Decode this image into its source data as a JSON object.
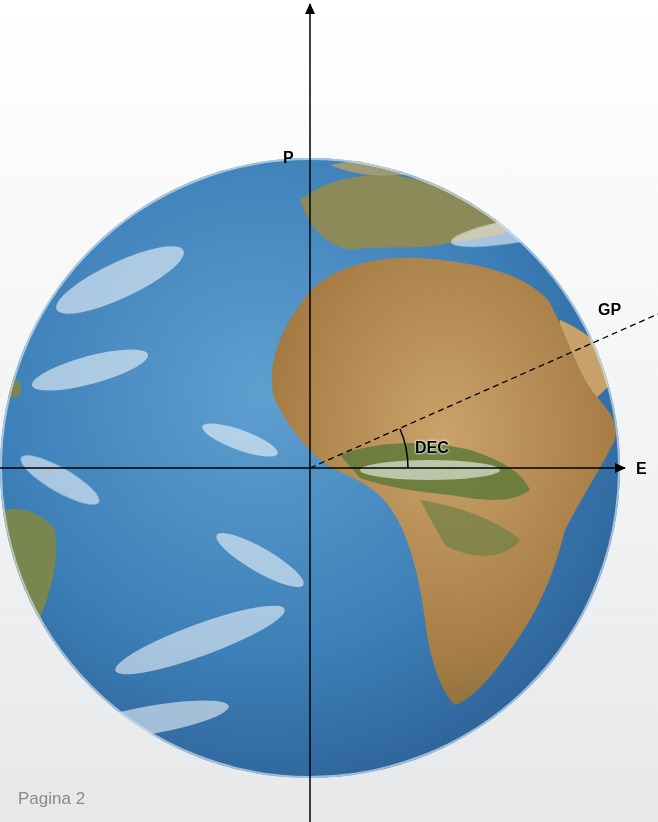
{
  "diagram": {
    "labels": [
      "P",
      "GP",
      "DEC",
      "E",
      "Pagina 2"
    ]
  }
}
